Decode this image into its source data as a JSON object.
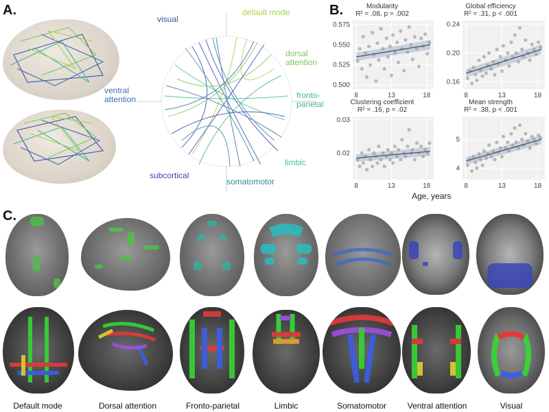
{
  "panels": {
    "a": "A.",
    "b": "B.",
    "c": "C."
  },
  "network_labels": {
    "visual": "visual",
    "default_mode": "default mode",
    "dorsal_attention": "dorsal\nattention",
    "ventral_attention": "ventral\nattention",
    "fronto_parietal": "fronto-\nparietal",
    "limbic": "limbic",
    "subcortical": "subcortical",
    "somatomotor": "somatomotor"
  },
  "colors": {
    "visual": "#3a4fb0",
    "default_mode": "#a6d24a",
    "dorsal_attention": "#7cc85a",
    "ventral_attention": "#3d6fa8",
    "fronto_parietal": "#45b39c",
    "limbic": "#3fbfa0",
    "subcortical": "#3b46b5",
    "somatomotor": "#2f8a96",
    "scatter_points": "#9a9a9a",
    "fit_line": "#4a5a78",
    "ci_band": "#aab6cc"
  },
  "chart_data": [
    {
      "type": "scatter",
      "title": "Modularity",
      "stat": "R² = .08, p = .002",
      "xlim": [
        7.5,
        19
      ],
      "ylim": [
        0.495,
        0.58
      ],
      "xticks": [
        8,
        13,
        18
      ],
      "yticks": [
        "0.575",
        "0.550",
        "0.525",
        "0.500"
      ],
      "ytick_values": [
        0.575,
        0.55,
        0.525,
        0.5
      ],
      "fit": [
        [
          8,
          0.535
        ],
        [
          18.5,
          0.55
        ]
      ],
      "points": [
        [
          8.2,
          0.53
        ],
        [
          8.5,
          0.545
        ],
        [
          8.8,
          0.52
        ],
        [
          9.0,
          0.56
        ],
        [
          9.3,
          0.54
        ],
        [
          9.5,
          0.51
        ],
        [
          9.8,
          0.548
        ],
        [
          10,
          0.525
        ],
        [
          10.3,
          0.565
        ],
        [
          10.5,
          0.538
        ],
        [
          10.8,
          0.505
        ],
        [
          11,
          0.552
        ],
        [
          11.2,
          0.531
        ],
        [
          11.5,
          0.57
        ],
        [
          11.8,
          0.545
        ],
        [
          12,
          0.52
        ],
        [
          12.3,
          0.558
        ],
        [
          12.5,
          0.535
        ],
        [
          12.8,
          0.548
        ],
        [
          13,
          0.512
        ],
        [
          13.2,
          0.562
        ],
        [
          13.5,
          0.54
        ],
        [
          13.8,
          0.553
        ],
        [
          14,
          0.528
        ],
        [
          14.3,
          0.567
        ],
        [
          14.5,
          0.545
        ],
        [
          14.8,
          0.518
        ],
        [
          15,
          0.556
        ],
        [
          15.3,
          0.541
        ],
        [
          15.5,
          0.572
        ],
        [
          15.8,
          0.55
        ],
        [
          16,
          0.532
        ],
        [
          16.3,
          0.56
        ],
        [
          16.6,
          0.545
        ],
        [
          16.9,
          0.523
        ],
        [
          17.2,
          0.558
        ],
        [
          17.5,
          0.548
        ],
        [
          17.8,
          0.563
        ],
        [
          18.1,
          0.539
        ],
        [
          18.4,
          0.553
        ]
      ]
    },
    {
      "type": "scatter",
      "title": "Global efficiency",
      "stat": "R² = .31, p < .001",
      "xlim": [
        7.5,
        19
      ],
      "ylim": [
        0.15,
        0.245
      ],
      "xticks": [
        8,
        13,
        18
      ],
      "yticks": [
        "0.24",
        "0.20",
        "0.16"
      ],
      "ytick_values": [
        0.24,
        0.2,
        0.16
      ],
      "fit": [
        [
          8,
          0.172
        ],
        [
          18.5,
          0.205
        ]
      ],
      "points": [
        [
          8.2,
          0.165
        ],
        [
          8.5,
          0.175
        ],
        [
          8.8,
          0.158
        ],
        [
          9.0,
          0.18
        ],
        [
          9.3,
          0.17
        ],
        [
          9.5,
          0.162
        ],
        [
          9.8,
          0.19
        ],
        [
          10,
          0.176
        ],
        [
          10.3,
          0.168
        ],
        [
          10.5,
          0.195
        ],
        [
          10.8,
          0.172
        ],
        [
          11,
          0.183
        ],
        [
          11.2,
          0.2
        ],
        [
          11.5,
          0.178
        ],
        [
          11.8,
          0.188
        ],
        [
          12,
          0.17
        ],
        [
          12.3,
          0.205
        ],
        [
          12.5,
          0.185
        ],
        [
          12.8,
          0.195
        ],
        [
          13,
          0.175
        ],
        [
          13.2,
          0.21
        ],
        [
          13.5,
          0.19
        ],
        [
          13.8,
          0.2
        ],
        [
          14,
          0.182
        ],
        [
          14.3,
          0.215
        ],
        [
          14.5,
          0.195
        ],
        [
          14.8,
          0.225
        ],
        [
          15,
          0.2
        ],
        [
          15.3,
          0.188
        ],
        [
          15.5,
          0.235
        ],
        [
          15.8,
          0.205
        ],
        [
          16,
          0.195
        ],
        [
          16.3,
          0.218
        ],
        [
          16.6,
          0.2
        ],
        [
          16.9,
          0.19
        ],
        [
          17.2,
          0.212
        ],
        [
          17.5,
          0.205
        ],
        [
          17.8,
          0.198
        ],
        [
          18.1,
          0.215
        ],
        [
          18.4,
          0.208
        ]
      ]
    },
    {
      "type": "scatter",
      "title": "Clustering coefficient",
      "stat": "R² = .16, p = .02",
      "xlim": [
        7.5,
        19
      ],
      "ylim": [
        0.012,
        0.031
      ],
      "xticks": [
        8,
        13,
        18
      ],
      "yticks": [
        "0.03",
        "0.02"
      ],
      "ytick_values": [
        0.03,
        0.02
      ],
      "fit": [
        [
          8,
          0.0185
        ],
        [
          18.5,
          0.0205
        ]
      ],
      "points": [
        [
          8.2,
          0.018
        ],
        [
          8.5,
          0.016
        ],
        [
          8.8,
          0.02
        ],
        [
          9.0,
          0.017
        ],
        [
          9.3,
          0.019
        ],
        [
          9.5,
          0.015
        ],
        [
          9.8,
          0.021
        ],
        [
          10,
          0.018
        ],
        [
          10.3,
          0.016
        ],
        [
          10.5,
          0.02
        ],
        [
          10.8,
          0.019
        ],
        [
          11,
          0.017
        ],
        [
          11.2,
          0.022
        ],
        [
          11.5,
          0.018
        ],
        [
          11.8,
          0.02
        ],
        [
          12,
          0.016
        ],
        [
          12.3,
          0.019
        ],
        [
          12.5,
          0.021
        ],
        [
          12.8,
          0.018
        ],
        [
          13,
          0.02
        ],
        [
          13.2,
          0.017
        ],
        [
          13.5,
          0.022
        ],
        [
          13.8,
          0.019
        ],
        [
          14,
          0.021
        ],
        [
          14.3,
          0.018
        ],
        [
          14.5,
          0.024
        ],
        [
          14.8,
          0.02
        ],
        [
          15,
          0.019
        ],
        [
          15.3,
          0.022
        ],
        [
          15.5,
          0.027
        ],
        [
          15.8,
          0.02
        ],
        [
          16,
          0.021
        ],
        [
          16.3,
          0.018
        ],
        [
          16.6,
          0.023
        ],
        [
          16.9,
          0.02
        ],
        [
          17.2,
          0.022
        ],
        [
          17.5,
          0.019
        ],
        [
          17.8,
          0.021
        ],
        [
          18.1,
          0.02
        ],
        [
          18.4,
          0.023
        ]
      ]
    },
    {
      "type": "scatter",
      "title": "Mean strength",
      "stat": "R² = .38, p < .001",
      "xlim": [
        7.5,
        19
      ],
      "ylim": [
        3.6,
        5.8
      ],
      "xticks": [
        8,
        13,
        18
      ],
      "yticks": [
        "5",
        "4"
      ],
      "ytick_values": [
        5,
        4
      ],
      "fit": [
        [
          8,
          4.25
        ],
        [
          18.5,
          5.0
        ]
      ],
      "points": [
        [
          8.2,
          4.1
        ],
        [
          8.5,
          4.3
        ],
        [
          8.8,
          3.9
        ],
        [
          9.0,
          4.4
        ],
        [
          9.3,
          4.2
        ],
        [
          9.5,
          4.0
        ],
        [
          9.8,
          4.5
        ],
        [
          10,
          4.3
        ],
        [
          10.3,
          4.1
        ],
        [
          10.5,
          4.6
        ],
        [
          10.8,
          4.35
        ],
        [
          11,
          4.5
        ],
        [
          11.2,
          4.8
        ],
        [
          11.5,
          4.4
        ],
        [
          11.8,
          4.6
        ],
        [
          12,
          4.3
        ],
        [
          12.3,
          4.9
        ],
        [
          12.5,
          4.55
        ],
        [
          12.8,
          4.7
        ],
        [
          13,
          4.4
        ],
        [
          13.2,
          5.1
        ],
        [
          13.5,
          4.7
        ],
        [
          13.8,
          4.9
        ],
        [
          14,
          4.6
        ],
        [
          14.3,
          5.2
        ],
        [
          14.5,
          4.8
        ],
        [
          14.8,
          5.4
        ],
        [
          15,
          4.9
        ],
        [
          15.3,
          4.7
        ],
        [
          15.5,
          5.5
        ],
        [
          15.8,
          5.0
        ],
        [
          16,
          4.8
        ],
        [
          16.3,
          5.2
        ],
        [
          16.6,
          4.95
        ],
        [
          16.9,
          4.7
        ],
        [
          17.2,
          5.1
        ],
        [
          17.5,
          5.0
        ],
        [
          17.8,
          4.85
        ],
        [
          18.1,
          5.15
        ],
        [
          18.4,
          5.05
        ]
      ]
    }
  ],
  "x_axis_label": "Age, years",
  "network_names": [
    "Default mode",
    "Dorsal attention",
    "Fronto-parietal",
    "Limbic",
    "Somatomotor",
    "Ventral attention",
    "Visual"
  ]
}
